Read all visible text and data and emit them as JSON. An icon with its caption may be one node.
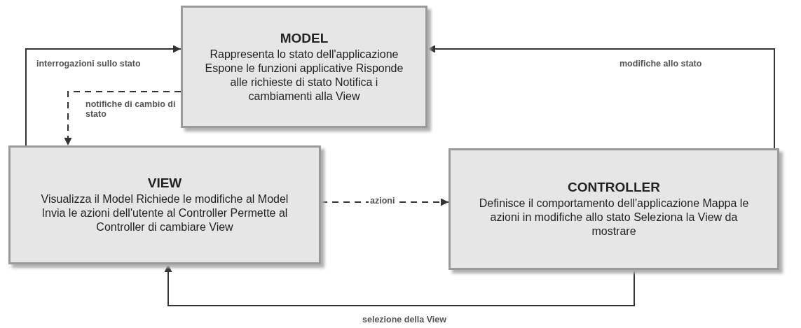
{
  "diagram": {
    "nodes": [
      {
        "text": [
          "MODEL",
          "Rappresenta lo stato dell'applicazione Espone le funzioni applicative Risponde alle richieste di stato Notifica i cambiamenti alla View"
        ]
      },
      {
        "text": [
          "VIEW",
          "Visualizza il Model Richiede le modifiche al Model Invia le azioni dell'utente al Controller Permette al Controller di cambiare View"
        ]
      },
      {
        "text": [
          "CONTROLLER",
          "Definisce il comportamento dell'applicazione Mappa le azioni in modifiche allo stato Seleziona la View da mostrare"
        ]
      }
    ],
    "edges": [
      {
        "from": 1,
        "to": 0,
        "arrow": "to",
        "label": "interrogazioni sullo stato"
      },
      {
        "from": 0,
        "to": 1,
        "arrow": "to",
        "label": "notifiche di cambio di stato",
        "style": "dashed"
      },
      {
        "from": 1,
        "to": 2,
        "arrow": "to",
        "label": "azioni",
        "style": "dashed"
      },
      {
        "from": 2,
        "to": 0,
        "arrow": "to",
        "label": "modifiche allo stato"
      },
      {
        "from": 2,
        "to": 1,
        "arrow": "to",
        "label": "selezione della View"
      }
    ]
  }
}
